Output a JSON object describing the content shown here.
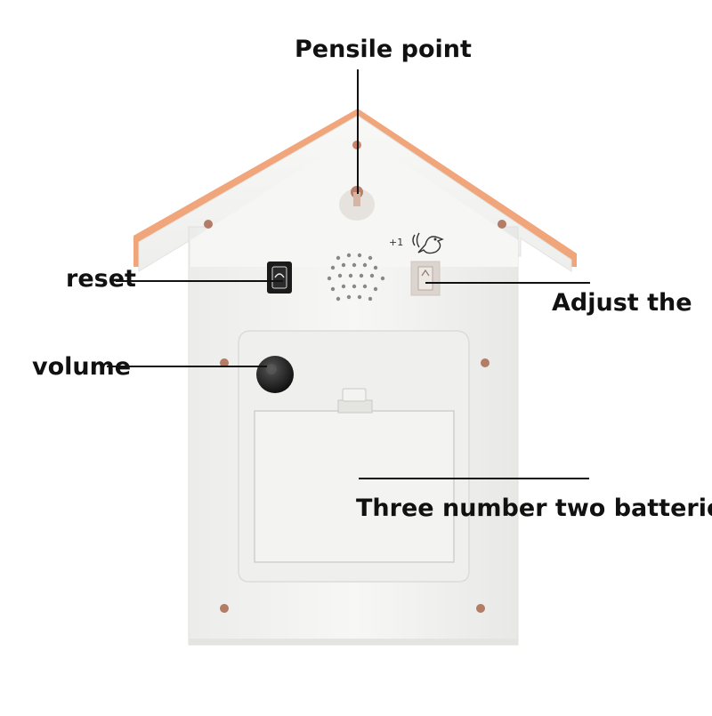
{
  "labels": {
    "pensile_point": "Pensile point",
    "reset": "reset",
    "adjust": "Adjust the",
    "volume": "volume",
    "batteries": "Three number two batteries"
  },
  "device_marking": {
    "plus_one": "+1"
  },
  "colors": {
    "body": "#f4f4f2",
    "roof_edge": "#f0a57a",
    "leader_line": "#111111"
  }
}
